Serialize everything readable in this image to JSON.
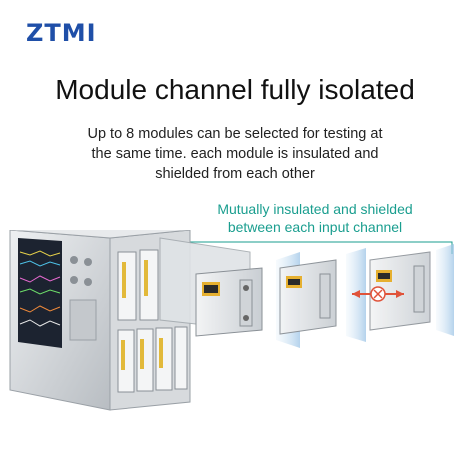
{
  "brand": {
    "name": "ZTMI",
    "color": "#1f4fa8"
  },
  "headline": "Module channel fully isolated",
  "description": {
    "line1": "Up to 8 modules can be selected for testing at",
    "line2": "the same time. each module is insulated and",
    "line3": "shielded from each other"
  },
  "callout": {
    "line1": "Mutually insulated and shielded",
    "line2": "between each input channel",
    "color": "#1a9e8f"
  },
  "colors": {
    "accent_red": "#e0533a",
    "panel_blue": "#bcd8ee",
    "chassis": "#c8ccd0"
  }
}
